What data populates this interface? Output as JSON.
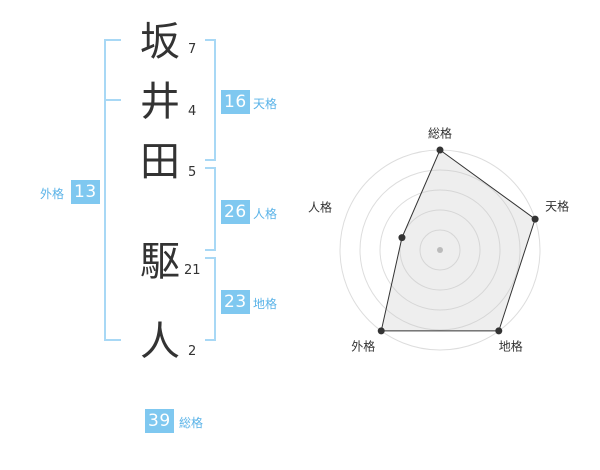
{
  "name": {
    "chars": [
      {
        "char": "坂",
        "strokes": "7"
      },
      {
        "char": "井",
        "strokes": "4"
      },
      {
        "char": "田",
        "strokes": "5"
      },
      {
        "char": "駆",
        "strokes": "21"
      },
      {
        "char": "人",
        "strokes": "2"
      }
    ]
  },
  "fortune": {
    "tenkaku": {
      "value": "16",
      "label": "天格"
    },
    "jinkaku": {
      "value": "26",
      "label": "人格"
    },
    "chikaku": {
      "value": "23",
      "label": "地格"
    },
    "gaikaku": {
      "value": "13",
      "label": "外格"
    },
    "soukaku": {
      "value": "39",
      "label": "総格"
    }
  },
  "colors": {
    "accent": "#7fc8f0",
    "bracket": "#5ab3e8",
    "text": "#333333"
  },
  "chart_data": {
    "type": "radar",
    "axes": [
      "総格",
      "天格",
      "地格",
      "外格",
      "人格"
    ],
    "values": [
      1.0,
      1.0,
      1.0,
      1.0,
      0.4
    ],
    "max": 1.0,
    "rings": 5
  }
}
